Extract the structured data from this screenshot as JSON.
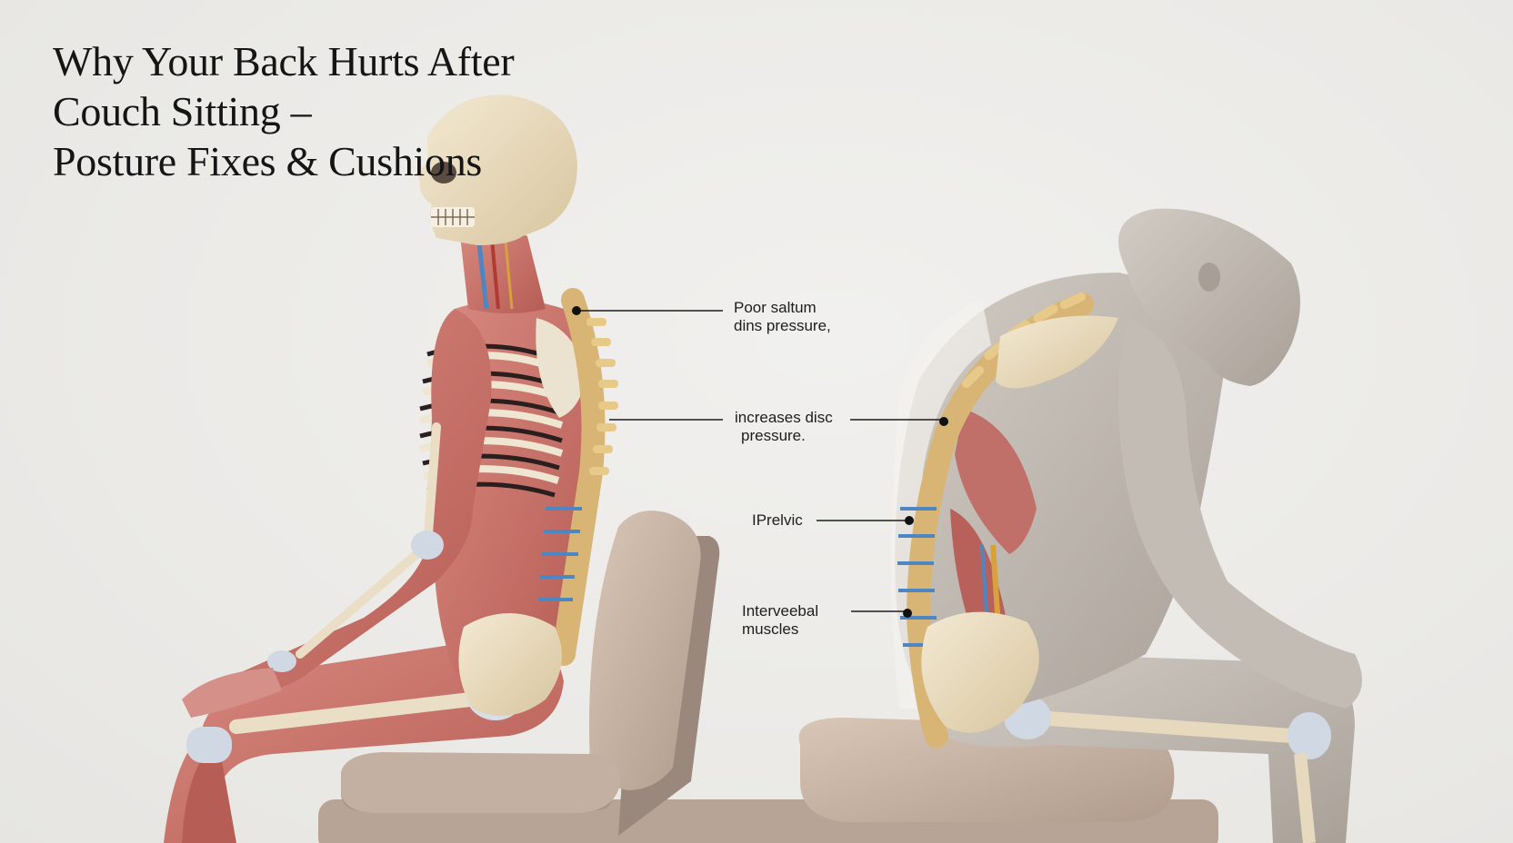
{
  "title": {
    "line1": "Why Your Back Hurts After",
    "line2": "Couch Sitting –",
    "line3": "Posture Fixes & Cushions"
  },
  "callouts": [
    {
      "line1": "Poor saltum",
      "line2": "dins pressure,"
    },
    {
      "line1": "increases disc",
      "line2": "pressure."
    },
    {
      "line1": "IPrelvic",
      "line2": ""
    },
    {
      "line1": "Interveebal",
      "line2": "muscles"
    }
  ],
  "colors": {
    "background": "#ecebe8",
    "muscle": "#c9726a",
    "bone": "#e9dcc0",
    "vertebra": "#d8b574",
    "disc": "#4e86c2",
    "skin_gray": "#bdb6ae",
    "cushion": "#c8b3a3",
    "text": "#151515"
  }
}
